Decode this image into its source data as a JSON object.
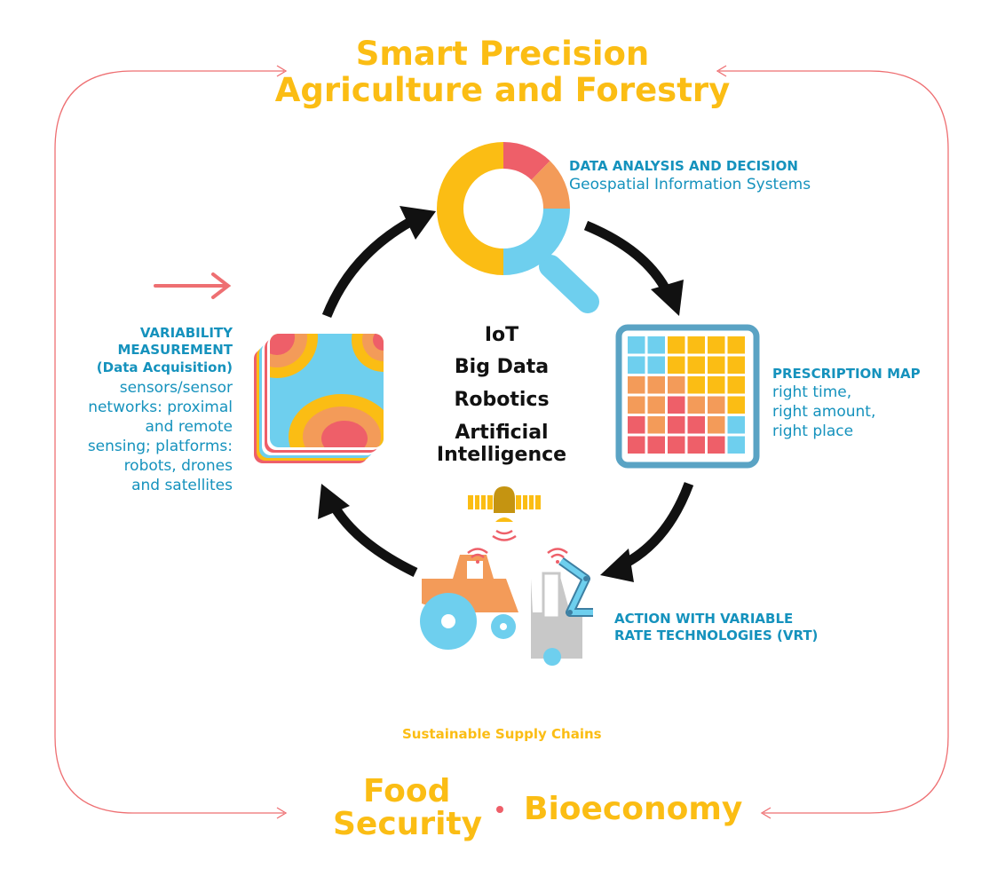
{
  "title": {
    "line1": "Smart Precision",
    "line2": "Agriculture and Forestry"
  },
  "center_terms": [
    "IoT",
    "Big Data",
    "Robotics",
    "Artificial",
    "Intelligence"
  ],
  "stages": {
    "data_analysis": {
      "heading": "DATA ANALYSIS AND DECISION",
      "subtitle": "Geospatial Information Systems"
    },
    "prescription_map": {
      "heading": "PRESCRIPTION MAP",
      "lines": [
        "right time,",
        "right amount,",
        "right place"
      ]
    },
    "action": {
      "heading_line1": "ACTION WITH VARIABLE",
      "heading_line2": "RATE TECHNOLOGIES (VRT)"
    },
    "variability": {
      "heading_line1": "VARIABILITY",
      "heading_line2": "MEASUREMENT",
      "heading_line3": "(Data Acquisition)",
      "lines": [
        "sensors/sensor",
        "networks: proximal",
        "and remote",
        "sensing; platforms:",
        "robots, drones",
        "and satellites"
      ]
    }
  },
  "supply_chain": "Sustainable Supply Chains",
  "outcomes": {
    "food_line1": "Food",
    "food_line2": "Security",
    "bioeconomy": "Bioeconomy"
  },
  "colors": {
    "yellow": "#fbbd14",
    "blue": "#1592bd",
    "light_blue": "#6ecfee",
    "orange": "#f39b59",
    "red": "#ee5f69",
    "frame": "#ee6f72",
    "arrow": "#111111",
    "gray": "#c8c8c8"
  },
  "icons": [
    "magnifier-chart-icon",
    "grid-map-icon",
    "heatmap-layers-icon",
    "tractor-icon",
    "robot-arm-icon",
    "satellite-icon",
    "wifi-icon",
    "red-arrow-icon"
  ]
}
